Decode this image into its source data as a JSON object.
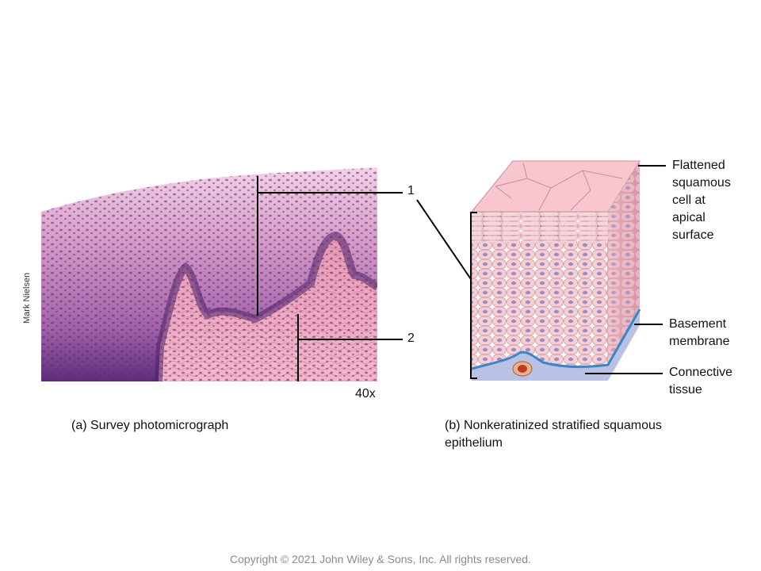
{
  "photo": {
    "callout_1": "1",
    "callout_2": "2",
    "magnification": "40x",
    "credit": "Mark Nielsen",
    "caption": "(a) Survey photomicrograph"
  },
  "diagram": {
    "label_flattened": [
      "Flattened",
      "squamous",
      "cell at",
      "apical",
      "surface"
    ],
    "label_basement": [
      "Basement",
      "membrane"
    ],
    "label_connective": [
      "Connective",
      "tissue"
    ],
    "caption": [
      "(b) Nonkeratinized stratified squamous",
      "epithelium"
    ]
  },
  "footer": {
    "copyright": "Copyright © 2021 John Wiley & Sons, Inc. All rights reserved."
  },
  "colors": {
    "tissue_dark": "#6b3a8c",
    "tissue_light": "#e9b7d6",
    "connective": "#f0a9b9",
    "cell_fill": "#f5c9cf",
    "nucleus": "#9b8ac4",
    "basement": "#3a86c6",
    "apical": "#f7c6cf"
  }
}
